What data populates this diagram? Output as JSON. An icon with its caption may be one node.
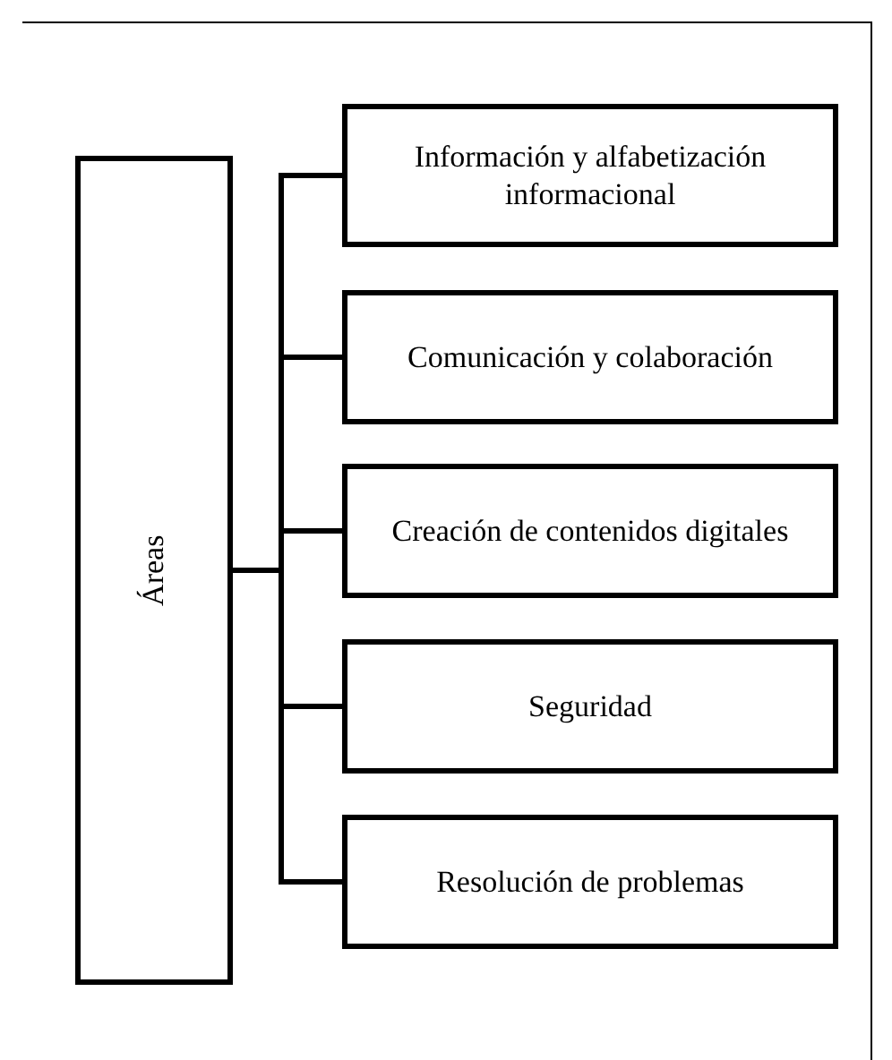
{
  "diagram": {
    "nodes": [
      {
        "text": [
          "Áreas"
        ]
      },
      {
        "text": [
          "Información y alfabetización informacional"
        ]
      },
      {
        "text": [
          "Comunicación y colaboración"
        ]
      },
      {
        "text": [
          "Creación de contenidos digitales"
        ]
      },
      {
        "text": [
          "Seguridad"
        ]
      },
      {
        "text": [
          "Resolución de problemas"
        ]
      }
    ],
    "edges": [
      {
        "from": 0,
        "to": 1,
        "arrow": "none"
      },
      {
        "from": 0,
        "to": 2,
        "arrow": "none"
      },
      {
        "from": 0,
        "to": 3,
        "arrow": "none"
      },
      {
        "from": 0,
        "to": 4,
        "arrow": "none"
      },
      {
        "from": 0,
        "to": 5,
        "arrow": "none"
      }
    ]
  }
}
